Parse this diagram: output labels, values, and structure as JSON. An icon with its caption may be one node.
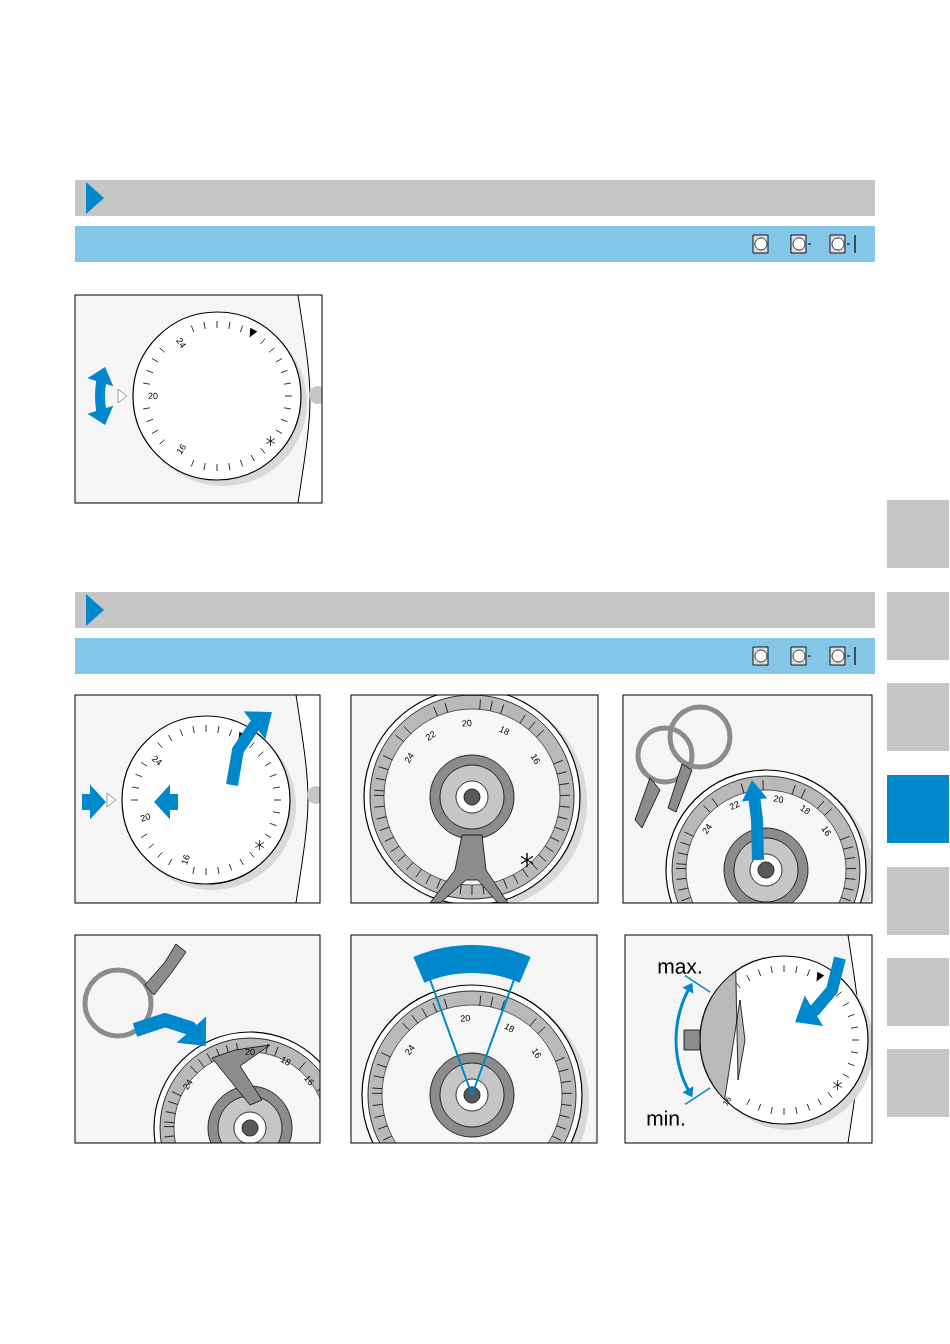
{
  "diagram": {
    "labels": [
      "24",
      "20",
      "16",
      "24",
      "20",
      "16",
      "24",
      "22",
      "20",
      "18",
      "16",
      "24",
      "22",
      "20",
      "18",
      "16",
      "24",
      "20",
      "18",
      "16",
      "24",
      "20",
      "18",
      "16",
      "max.",
      "16",
      "min."
    ]
  }
}
